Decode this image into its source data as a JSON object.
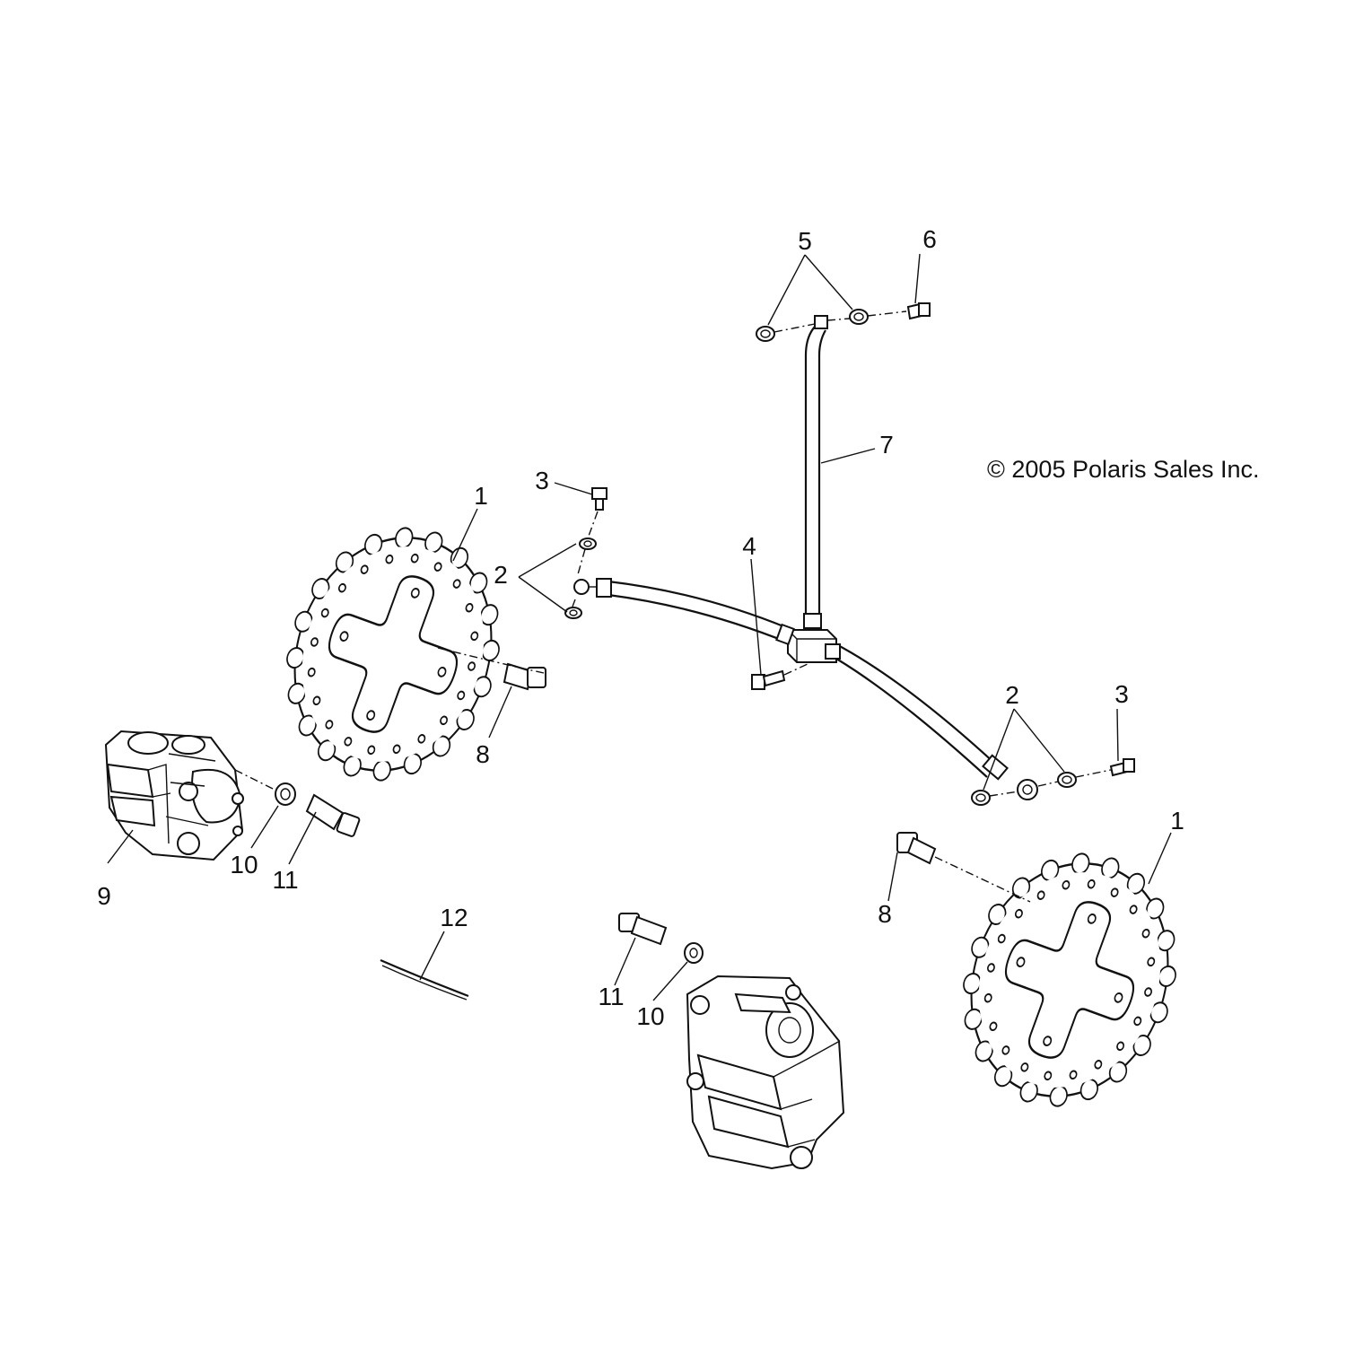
{
  "copyright": "© 2005 Polaris Sales Inc.",
  "callouts": {
    "c1a": "1",
    "c1b": "1",
    "c2a": "2",
    "c2b": "2",
    "c3a": "3",
    "c3b": "3",
    "c4": "4",
    "c5": "5",
    "c6": "6",
    "c7": "7",
    "c8a": "8",
    "c8b": "8",
    "c9": "9",
    "c10a": "10",
    "c10b": "10",
    "c11a": "11",
    "c11b": "11",
    "c12": "12"
  },
  "colors": {
    "ink": "#111111",
    "paper": "#ffffff"
  }
}
